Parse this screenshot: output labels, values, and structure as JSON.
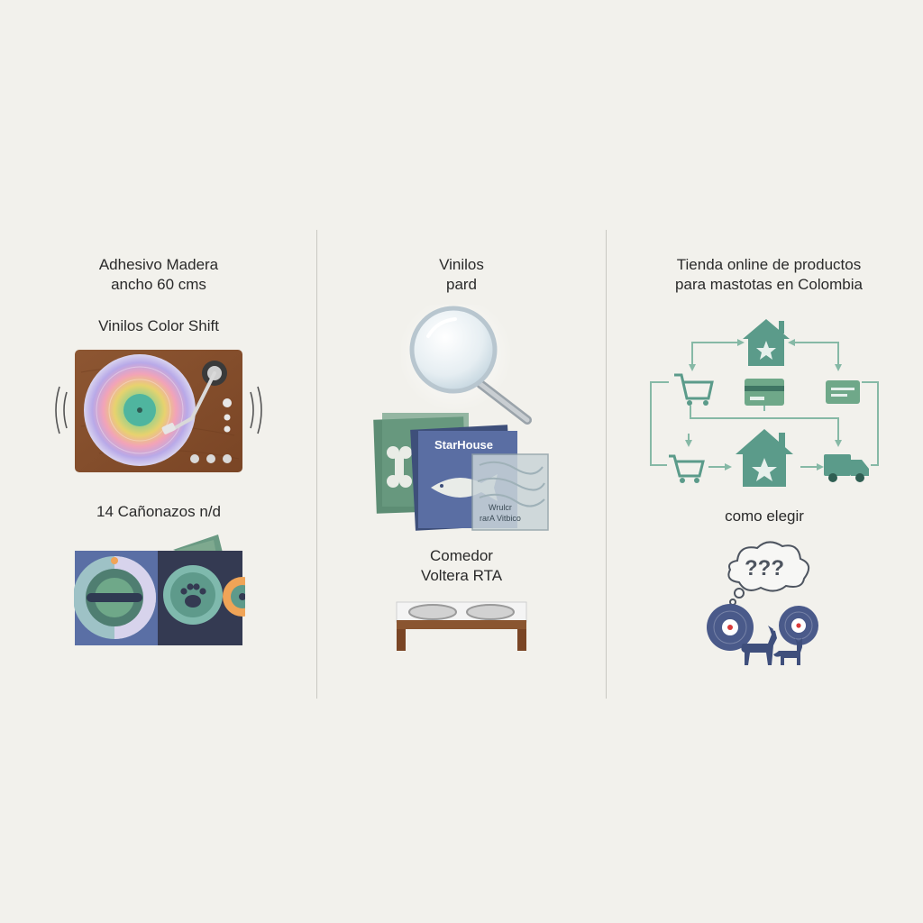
{
  "columns": [
    {
      "title_line1": "Adhesivo Madera",
      "title_line2": "ancho 60 cms",
      "subtitle": "Vinilos Color Shift",
      "caption": "14 Cañonazos n/d",
      "icons": [
        "turntable-icon",
        "vinyl-album-sleeve-icon"
      ]
    },
    {
      "title_line1": "Vinilos",
      "title_line2": "pard",
      "sleeve_brand": "StarHouse",
      "sleeve_overlay_line1": "Wrulcr",
      "sleeve_overlay_line2": "rarA Vitbico",
      "caption_line1": "Comedor",
      "caption_line2": "Voltera RTA",
      "icons": [
        "magnifying-glass-icon",
        "record-sleeves-icon",
        "pet-feeder-icon"
      ]
    },
    {
      "title_line1": "Tienda online de productos",
      "title_line2": "para mastotas en Colombia",
      "caption": "como elegir",
      "thought_text": "???",
      "icons": [
        "store-icon",
        "cart-icon",
        "card-icon",
        "truck-icon",
        "dog-icon",
        "cat-icon"
      ]
    }
  ],
  "colors": {
    "background": "#f2f1ec",
    "wood": "#8a5530",
    "teal": "#5b9b8a",
    "navy": "#3e4f7a",
    "sage": "#6e9c86",
    "orange": "#f0a457"
  }
}
